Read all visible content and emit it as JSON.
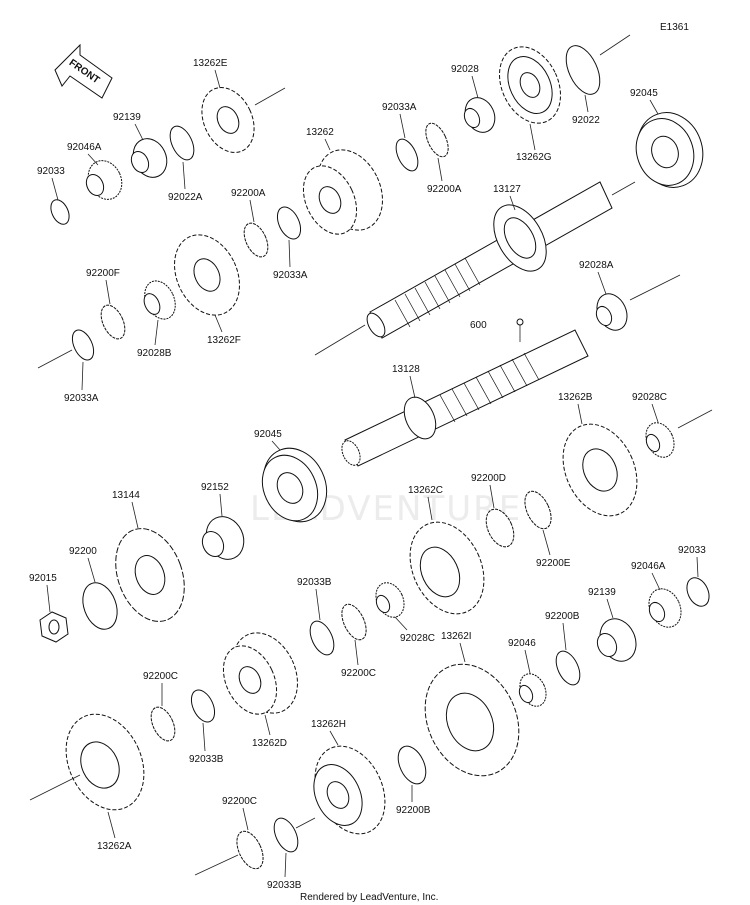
{
  "diagram_code": "E1361",
  "direction_marker": "FRONT",
  "watermark": "LEADVENTURE",
  "footer": "Rendered by LeadVenture, Inc.",
  "part_labels": [
    "13262E",
    "92139",
    "92046A",
    "92033",
    "92022A",
    "13262",
    "92028",
    "92033A",
    "92200A",
    "13262G",
    "92022",
    "92045",
    "13127",
    "92200A",
    "92033A",
    "13262F",
    "92200F",
    "92028B",
    "92033A",
    "92028A",
    "600",
    "13128",
    "92045",
    "92152",
    "13144",
    "13262B",
    "92028C",
    "13262C",
    "92200D",
    "92200E",
    "92200",
    "92015",
    "92033B",
    "92200C",
    "92028C",
    "92033",
    "92046A",
    "92139",
    "92200B",
    "13262I",
    "92046",
    "92200C",
    "92033B",
    "13262D",
    "13262A",
    "13262H",
    "92200B",
    "92200C",
    "92033B"
  ]
}
